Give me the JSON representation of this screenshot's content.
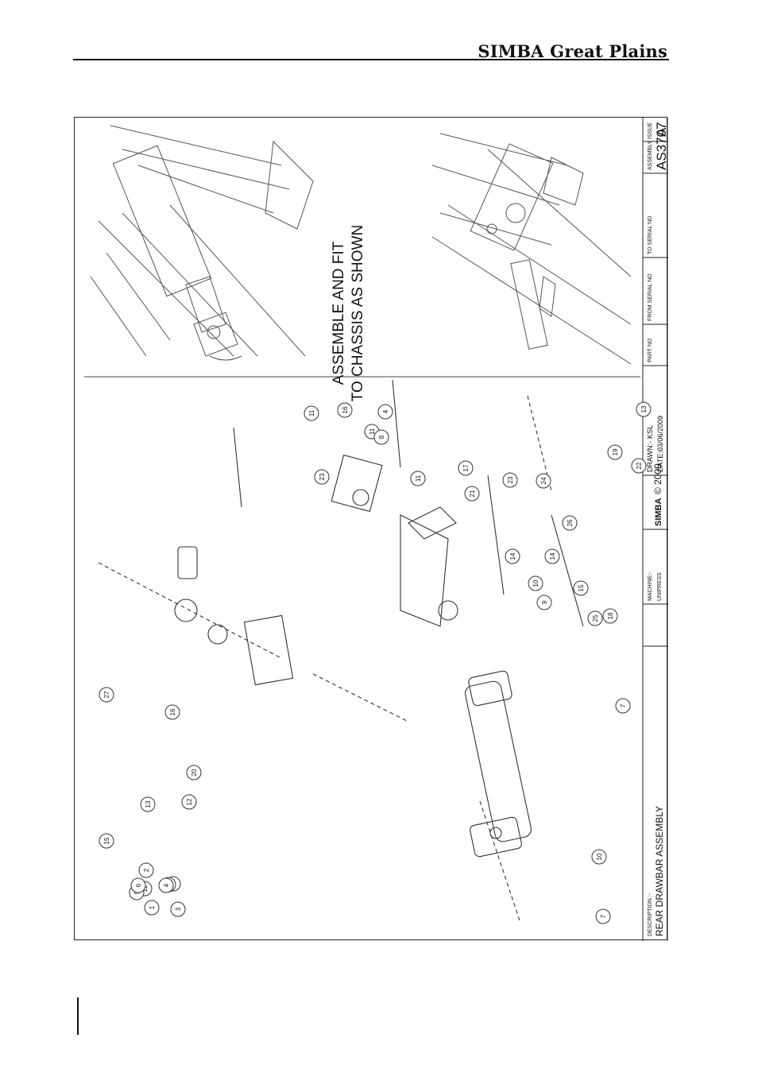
{
  "header": {
    "brand": "SIMBA Great Plains"
  },
  "drawing": {
    "note_line1": "ASSEMBLE AND FIT",
    "note_line2": "TO CHASSIS AS SHOWN",
    "title_block": {
      "description_label": "DESCRIPTION :-",
      "description": "REAR DRAWBAR ASSEMBLY",
      "machine_label": "MACHINE:-",
      "machine": "UNIPRESS",
      "logo_text": "SIMBA",
      "copyright": "© 2009",
      "drawn_label": "DRAWN:-",
      "drawn": "KSL",
      "date_label": "DATE:-",
      "date": "03/06/2009",
      "part_no_label": "PART NO",
      "from_serial_label": "FROM SERIAL NO",
      "to_serial_label": "TO SERIAL NO",
      "assembly_label": "ASSEMBLY",
      "assembly": "AS3707",
      "issue_label": "ISSUE",
      "issue": "A"
    },
    "callouts": [
      "16",
      "4",
      "11",
      "11",
      "11",
      "8",
      "23",
      "17",
      "23",
      "21",
      "24",
      "14",
      "14",
      "9",
      "26",
      "25",
      "19",
      "13",
      "22",
      "18",
      "15",
      "10",
      "7",
      "27",
      "16",
      "20",
      "13",
      "12",
      "15",
      "10",
      "7",
      "12",
      "1",
      "3",
      "2",
      "8",
      "5",
      "6",
      "4",
      "2"
    ]
  }
}
